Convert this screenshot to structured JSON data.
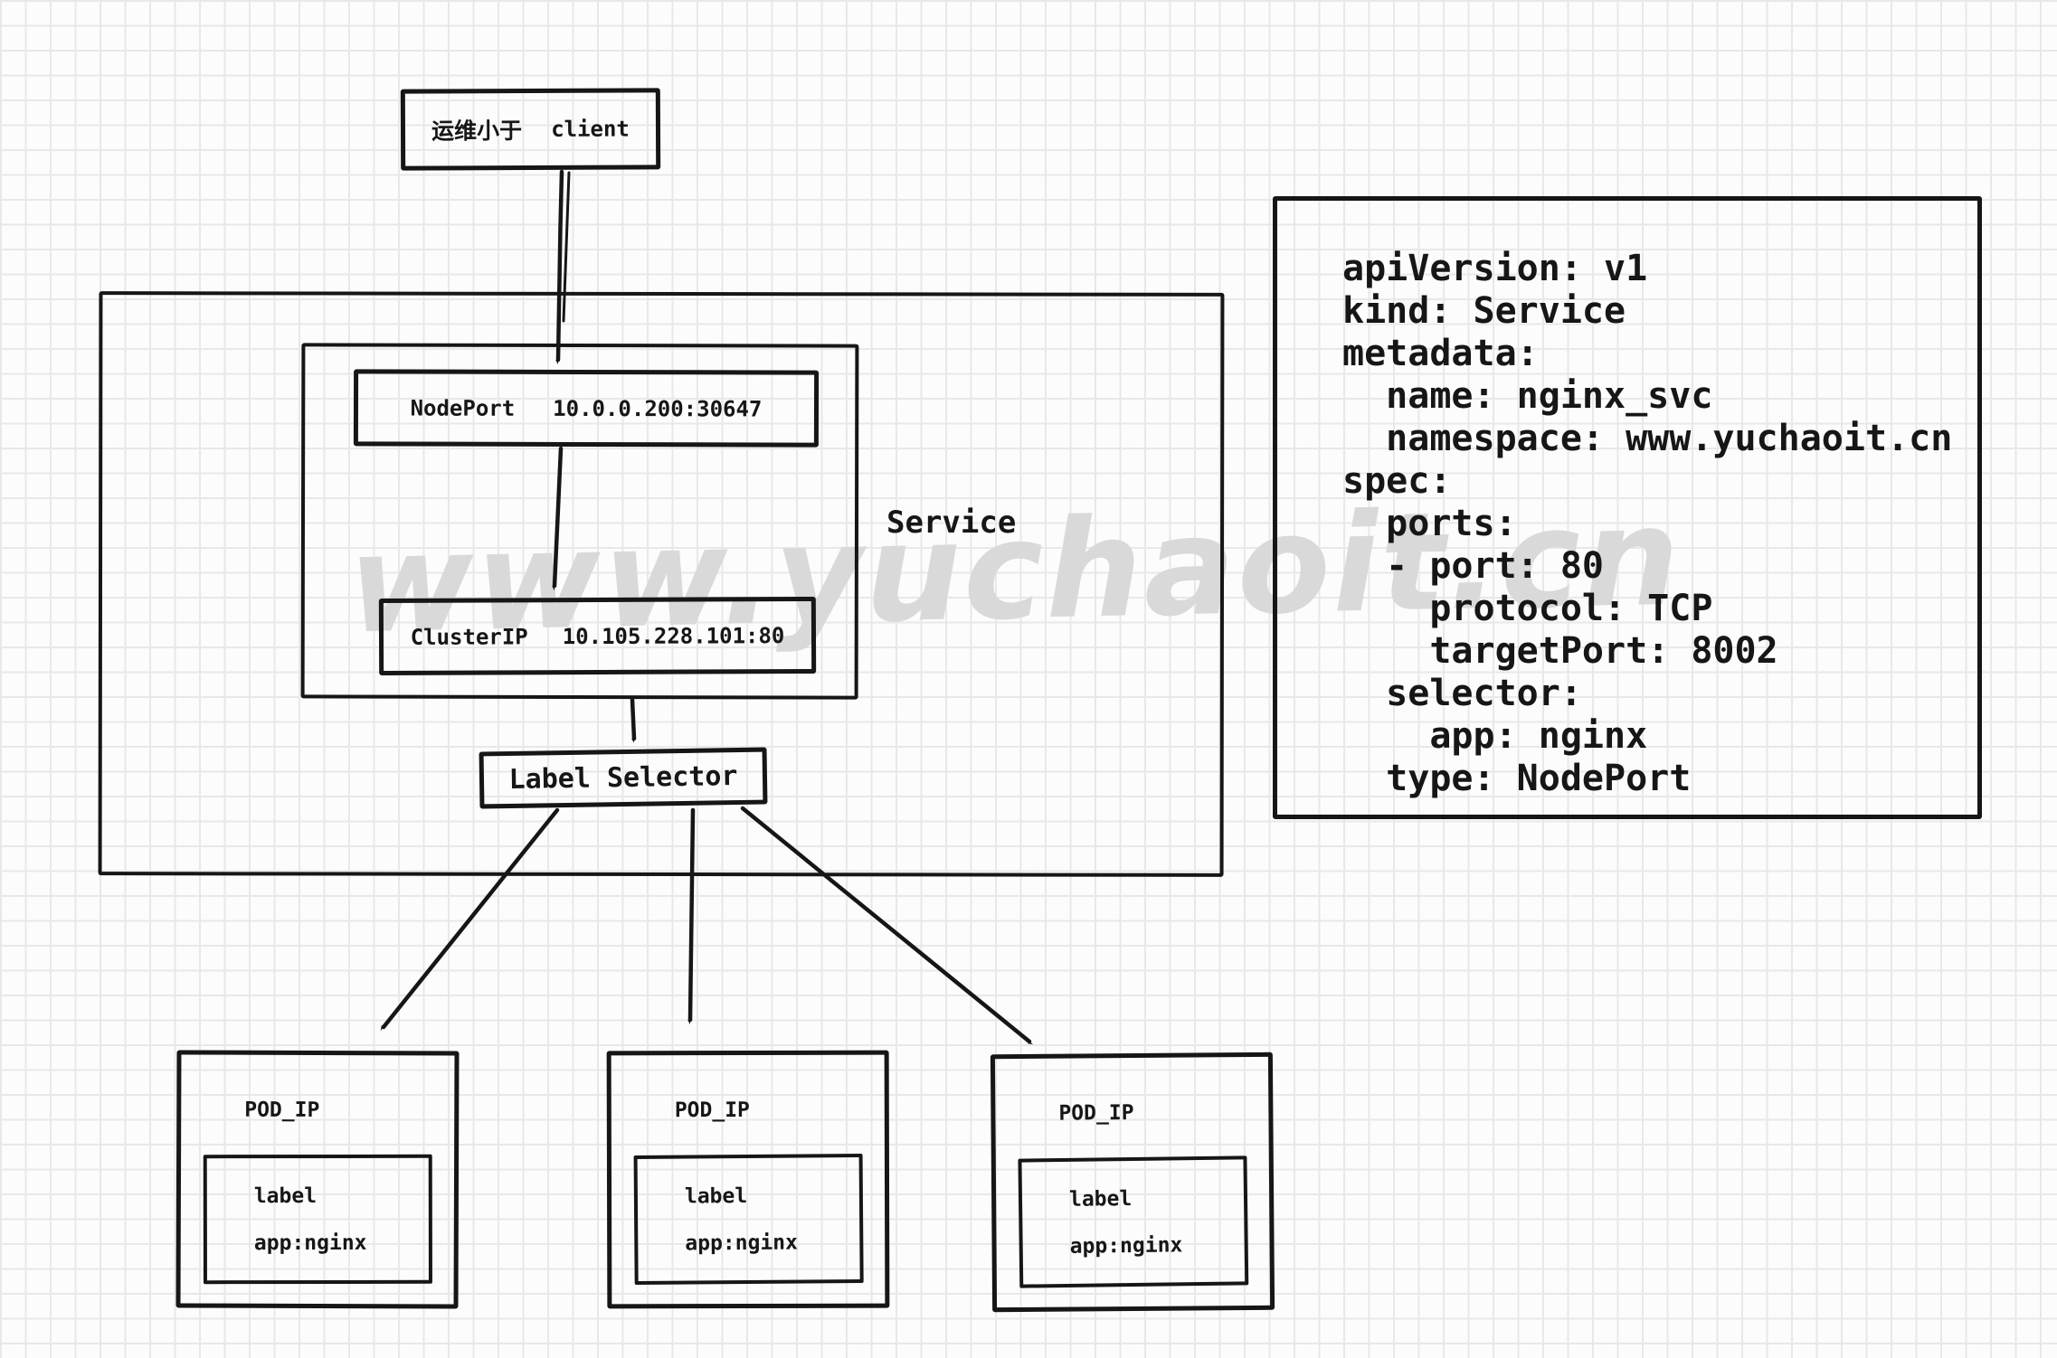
{
  "colors": {
    "ink": "#161616",
    "paper": "#fcfcfc",
    "grid_line": "#e8e8e8",
    "watermark": "#d9d9d9"
  },
  "watermark": "www.yuchaoit.cn",
  "client_box": {
    "cjk_label": "运维小于",
    "label": "client"
  },
  "service": {
    "label": "Service",
    "nodeport": {
      "name": "NodePort",
      "address": "10.0.0.200:30647"
    },
    "clusterip": {
      "name": "ClusterIP",
      "address": "10.105.228.101:80"
    },
    "label_selector": "Label Selector"
  },
  "pods": [
    {
      "title": "POD_IP",
      "label_title": "label",
      "label_value": "app:nginx"
    },
    {
      "title": "POD_IP",
      "label_title": "label",
      "label_value": "app:nginx"
    },
    {
      "title": "POD_IP",
      "label_title": "label",
      "label_value": "app:nginx"
    }
  ],
  "yaml": {
    "lines": [
      "apiVersion: v1",
      "kind: Service",
      "metadata:",
      "  name: nginx_svc",
      "  namespace: www.yuchaoit.cn",
      "spec:",
      "  ports:",
      "  - port: 80",
      "    protocol: TCP",
      "    targetPort: 8002",
      "  selector:",
      "    app: nginx",
      "  type: NodePort"
    ]
  }
}
